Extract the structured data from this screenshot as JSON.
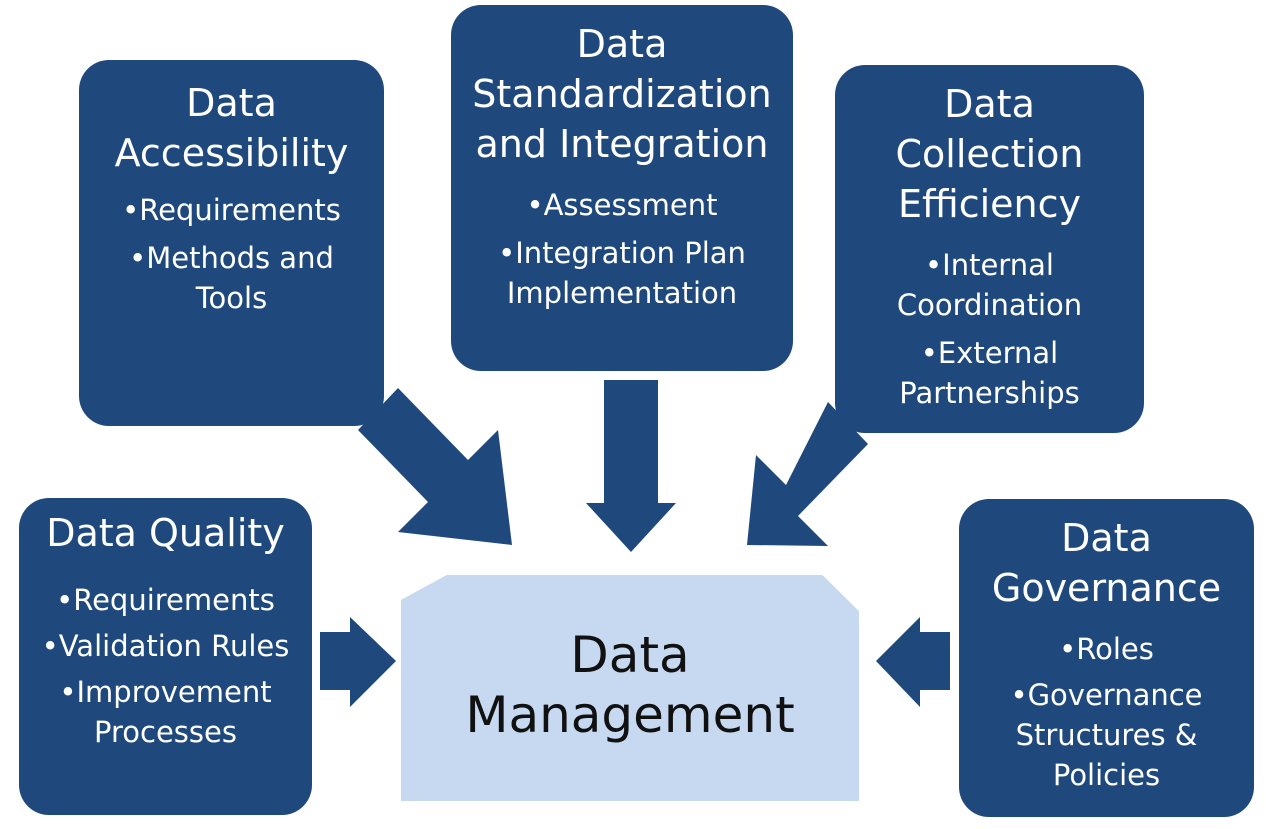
{
  "boxes": {
    "accessibility": {
      "title_lines": [
        "Data",
        "Accessibility"
      ],
      "items": [
        "Requirements",
        "Methods and Tools"
      ]
    },
    "standardization": {
      "title_lines": [
        "Data",
        "Standardization",
        "and Integration"
      ],
      "items": [
        "Assessment",
        "Integration Plan Implementation"
      ]
    },
    "collection": {
      "title_lines": [
        "Data",
        "Collection",
        "Efficiency"
      ],
      "items": [
        "Internal Coordination",
        "External Partnerships"
      ]
    },
    "quality": {
      "title_lines": [
        "Data Quality"
      ],
      "items": [
        "Requirements",
        "Validation Rules",
        "Improvement Processes"
      ]
    },
    "governance": {
      "title_lines": [
        "Data",
        "Governance"
      ],
      "items": [
        "Roles",
        "Governance Structures & Policies"
      ]
    }
  },
  "center": {
    "title_lines": [
      "Data",
      "Management"
    ]
  },
  "colors": {
    "box": "#1f497d",
    "center": "#c6d9f1",
    "text_light": "#ffffff",
    "text_dark": "#111111"
  }
}
